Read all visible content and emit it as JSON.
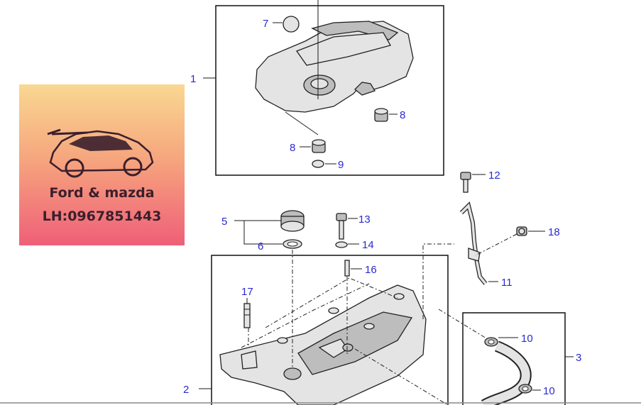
{
  "callouts": {
    "c1": "1",
    "c2": "2",
    "c3": "3",
    "c5": "5",
    "c6": "6",
    "c7": "7",
    "c8a": "8",
    "c8b": "8",
    "c9": "9",
    "c10a": "10",
    "c10b": "10",
    "c11": "11",
    "c12": "12",
    "c13": "13",
    "c14": "14",
    "c16": "16",
    "c17": "17",
    "c18": "18"
  },
  "brand": {
    "name": "Ford & mazda",
    "phone": "LH:0967851443",
    "logo_icon": "sports-car-icon"
  },
  "colors": {
    "callout": "#2a2ad0",
    "card_top": "#f9d892",
    "card_bottom": "#ef5f78"
  }
}
